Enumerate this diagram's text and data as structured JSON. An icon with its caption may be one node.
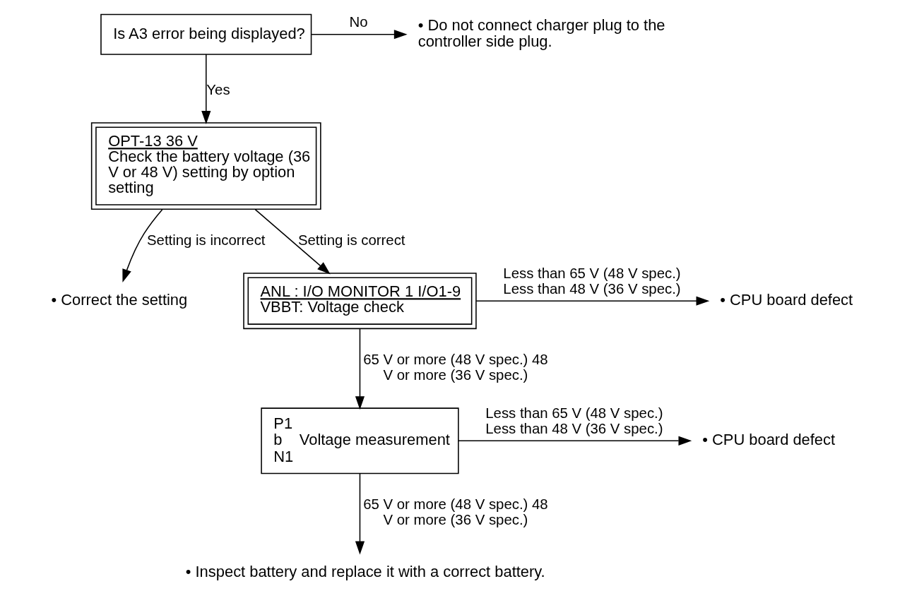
{
  "diagram": {
    "nodes": [
      {
        "text": [
          "Is A3 error being displayed?"
        ]
      },
      {
        "text": [
          "• Do not connect charger plug to the controller side plug."
        ]
      },
      {
        "text": [
          "OPT-13 36 V",
          "Check the battery voltage (36 V or 48 V) setting by option setting"
        ]
      },
      {
        "text": [
          "• Correct the setting"
        ]
      },
      {
        "text": [
          "ANL : I/O MONITOR 1 I/O1-9",
          "VBBT: Voltage check"
        ]
      },
      {
        "text": [
          "• CPU board defect"
        ]
      },
      {
        "text": [
          "P1",
          "b    Voltage measurement",
          "N1"
        ]
      },
      {
        "text": [
          "• CPU board defect"
        ]
      },
      {
        "text": [
          "• Inspect battery and replace it with a correct battery."
        ]
      }
    ],
    "edges": [
      {
        "from": 0,
        "to": 1,
        "arrow": "to",
        "label": "No"
      },
      {
        "from": 0,
        "to": 2,
        "arrow": "to",
        "label": "Yes"
      },
      {
        "from": 2,
        "to": 4,
        "arrow": "to",
        "label": "Setting is correct"
      },
      {
        "from": 2,
        "to": 3,
        "arrow": "to",
        "label": "Setting is incorrect"
      },
      {
        "from": 4,
        "to": 5,
        "arrow": "to",
        "label": "Less than 65 V (48 V spec.) Less than 48 V (36 V spec.)"
      },
      {
        "from": 4,
        "to": 6,
        "arrow": "to",
        "label": "65 V or more (48 V spec.) 48 V or more (36 V spec.)"
      },
      {
        "from": 6,
        "to": 7,
        "arrow": "to",
        "label": "Less than 65 V (48 V spec.) Less than 48 V (36 V spec.)"
      },
      {
        "from": 6,
        "to": 8,
        "arrow": "to",
        "label": "65 V or more (48 V spec.) 48 V or more (36 V spec.)"
      }
    ]
  }
}
